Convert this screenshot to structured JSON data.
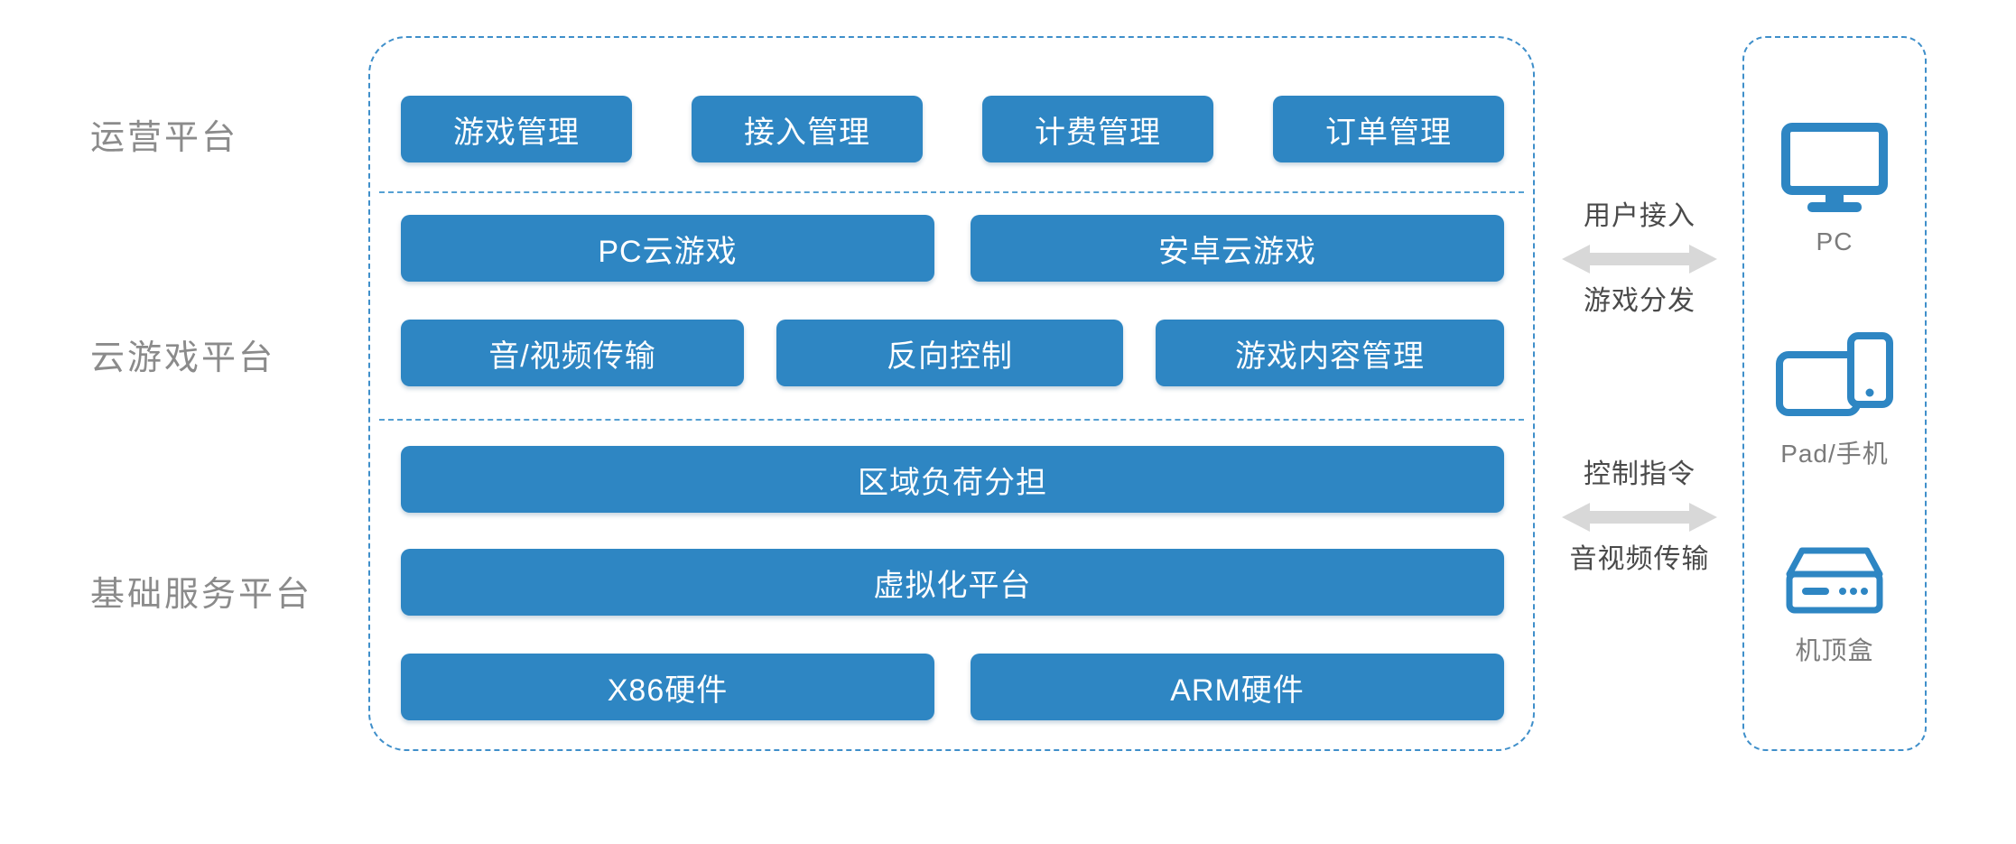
{
  "layers": [
    {
      "label": "运营平台"
    },
    {
      "label": "云游戏平台"
    },
    {
      "label": "基础服务平台"
    }
  ],
  "main": {
    "operation_row": [
      "游戏管理",
      "接入管理",
      "计费管理",
      "订单管理"
    ],
    "cloud_row_top": [
      "PC云游戏",
      "安卓云游戏"
    ],
    "cloud_row_bottom": [
      "音/视频传输",
      "反向控制",
      "游戏内容管理"
    ],
    "base_row_1": [
      "区域负荷分担"
    ],
    "base_row_2": [
      "虚拟化平台"
    ],
    "base_row_3": [
      "X86硬件",
      "ARM硬件"
    ]
  },
  "arrows": [
    {
      "top_label": "用户接入",
      "bottom_label": "游戏分发"
    },
    {
      "top_label": "控制指令",
      "bottom_label": "音视频传输"
    }
  ],
  "devices": [
    {
      "icon": "pc-icon",
      "label": "PC"
    },
    {
      "icon": "tablet-phone-icon",
      "label": "Pad/手机"
    },
    {
      "icon": "settop-box-icon",
      "label": "机顶盒"
    }
  ],
  "colors": {
    "box_blue": "#2e86c3",
    "dashed_border_blue": "#3f8fca",
    "separator_blue": "#55a0d3",
    "layer_label_gray": "#8b8b8b",
    "arrow_gray": "#d8d8d8",
    "arrow_label_gray": "#4a4a4a",
    "device_label_gray": "#7b7b7b"
  }
}
